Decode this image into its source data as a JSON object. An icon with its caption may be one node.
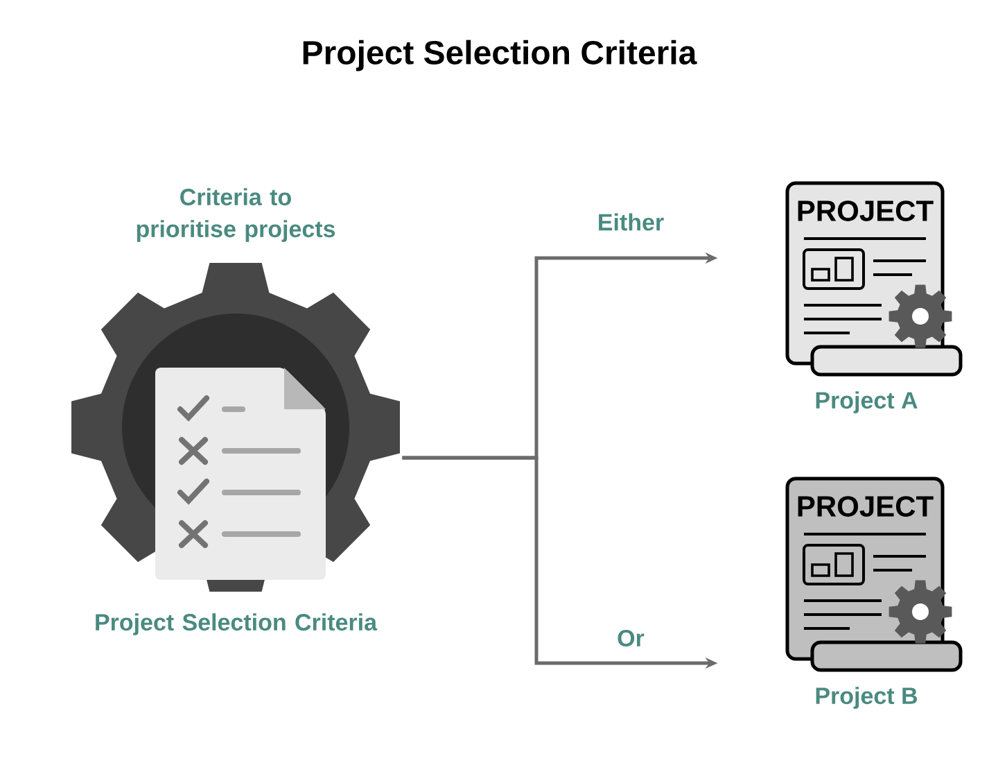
{
  "diagram": {
    "title": "Project Selection Criteria",
    "nodes": [
      {
        "text": [
          "Criteria to prioritise projects",
          "Project Selection Criteria"
        ]
      },
      {
        "text": [
          "PROJECT",
          "Project A"
        ]
      },
      {
        "text": [
          "PROJECT",
          "Project B"
        ]
      }
    ],
    "edges": [
      {
        "from": 0,
        "to": 1,
        "arrow": "to",
        "label": "Either"
      },
      {
        "from": 0,
        "to": 2,
        "arrow": "to",
        "label": "Or"
      }
    ]
  }
}
